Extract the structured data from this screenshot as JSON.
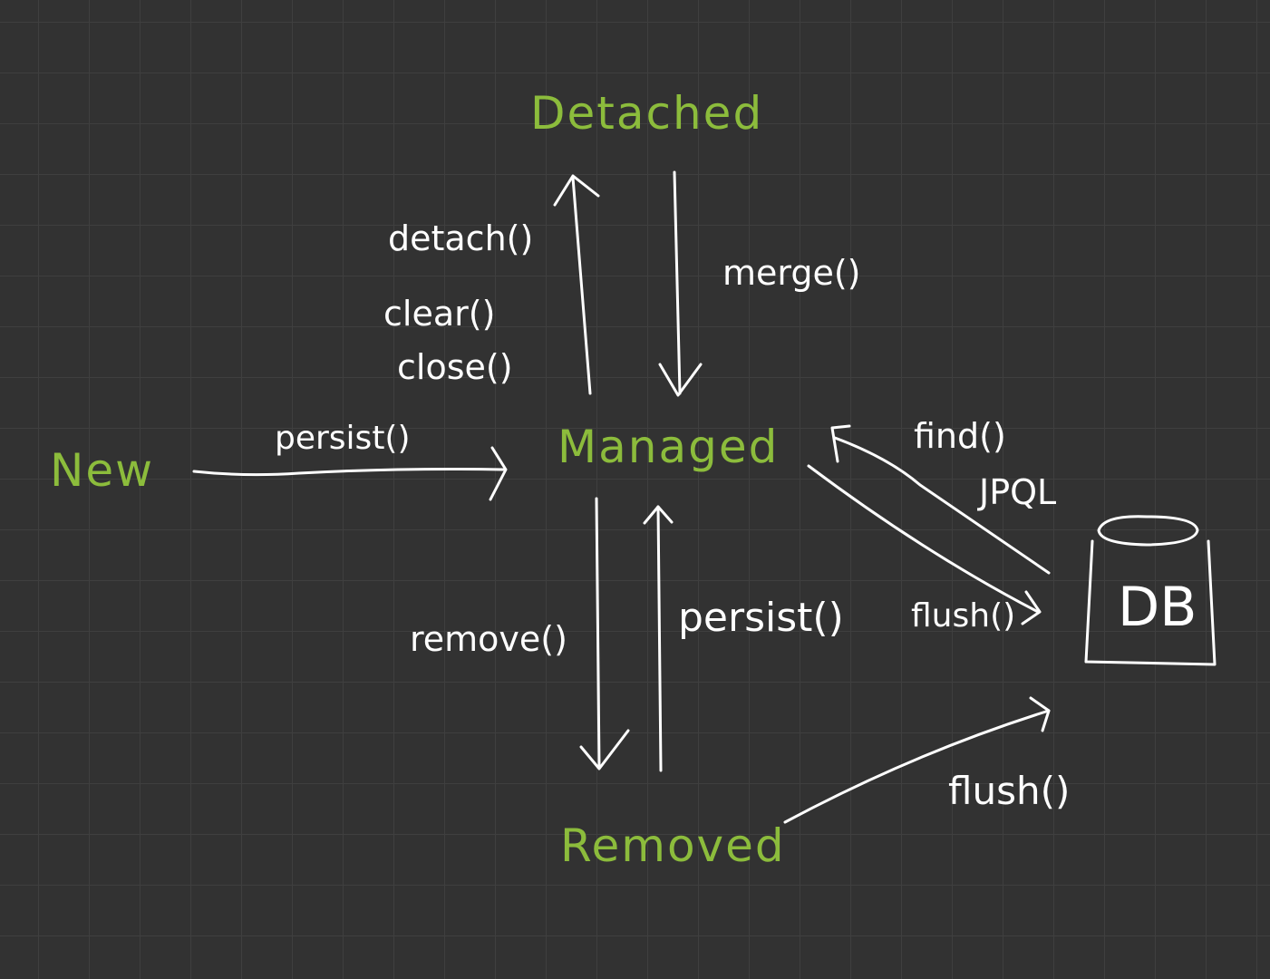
{
  "colors": {
    "background": "#323232",
    "grid": "#3f3f3f",
    "state": "#8cbc3c",
    "ink": "#ffffff"
  },
  "states": {
    "detached": "Detached",
    "new": "New",
    "managed": "Managed",
    "removed": "Removed"
  },
  "transitions": {
    "detach": "detach()",
    "clear": "clear()",
    "close": "close()",
    "merge": "merge()",
    "persist_new": "persist()",
    "find": "find()",
    "jpql": "JPQL",
    "flush_managed": "flush()",
    "remove": "remove()",
    "persist_removed": "persist()",
    "flush_removed": "flush()"
  },
  "db": {
    "label": "DB"
  }
}
